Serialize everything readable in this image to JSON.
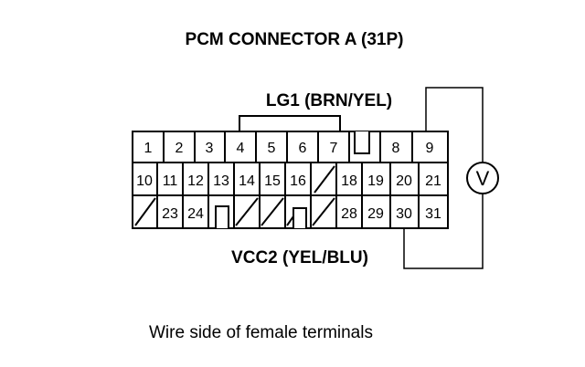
{
  "title": "PCM CONNECTOR A (31P)",
  "lg1_label": "LG1 (BRN/YEL)",
  "vcc2_label": "VCC2 (YEL/BLU)",
  "caption": "Wire side of female terminals",
  "meter_symbol": "V",
  "meter_icon": "voltmeter-icon",
  "row1_pins": [
    "1",
    "2",
    "3",
    "4",
    "5",
    "6",
    "7",
    "8",
    "9"
  ],
  "row2_pins": [
    "10",
    "11",
    "12",
    "13",
    "14",
    "15",
    "16",
    "18",
    "19",
    "20",
    "21"
  ],
  "row3_pins": [
    "23",
    "24",
    "28",
    "29",
    "30",
    "31"
  ]
}
